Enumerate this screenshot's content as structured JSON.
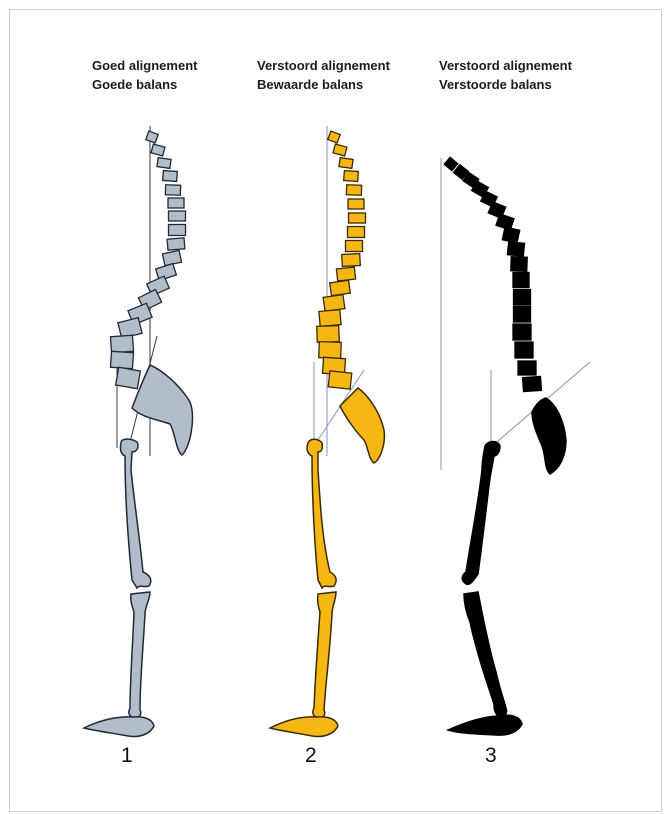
{
  "panels": [
    {
      "line1": "Goed alignement",
      "line2": "Goede balans",
      "number": "1",
      "fill": "#b3bcc9",
      "stroke": "#1f2a36",
      "line_color": "#2d3a4a"
    },
    {
      "line1": "Verstoord alignement",
      "line2": "Bewaarde balans",
      "number": "2",
      "fill": "#f6b712",
      "stroke": "#3a2a00",
      "line_color": "#8a93b7"
    },
    {
      "line1": "Verstoord alignement",
      "line2": "Verstoorde balans",
      "number": "3",
      "fill": "#000000",
      "stroke": "#000000",
      "line_color": "#8a93b7"
    }
  ]
}
